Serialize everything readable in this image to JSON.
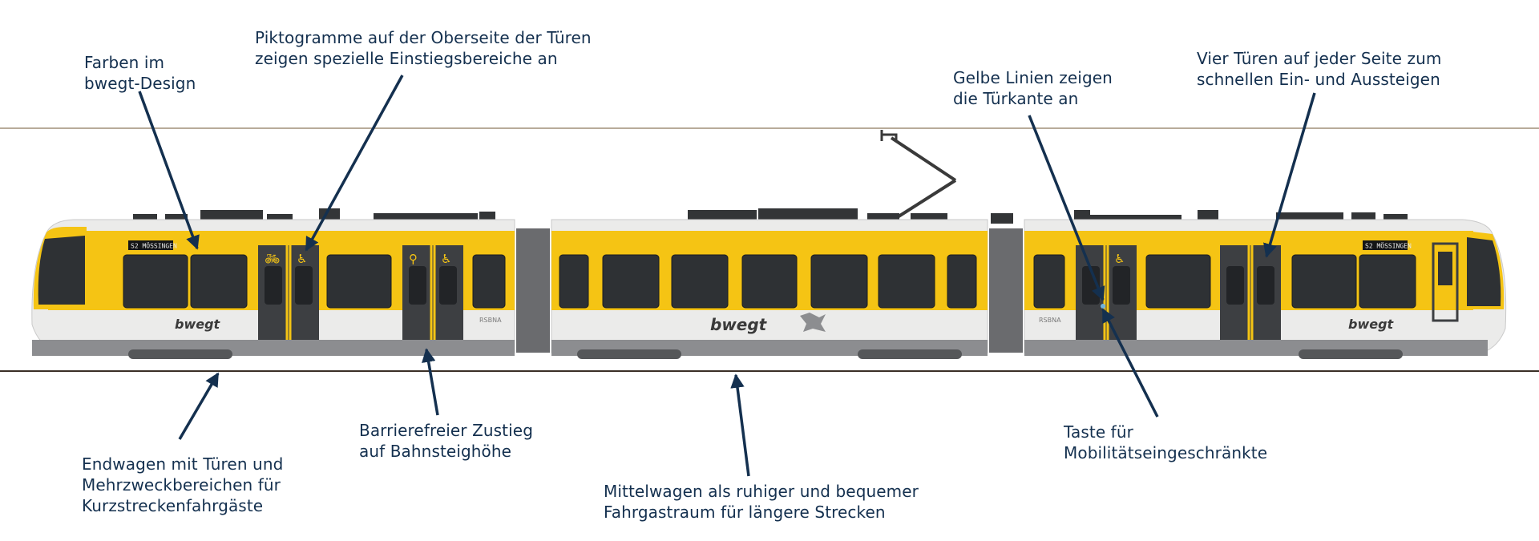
{
  "annotations": {
    "farben": "Farben im\nbwegt-Design",
    "piktogramme": "Piktogramme auf der Oberseite der Türen\nzeigen spezielle Einstiegsbereiche an",
    "gelbe_linien": "Gelbe Linien zeigen\ndie Türkante an",
    "vier_tueren": "Vier Türen auf jeder Seite zum\nschnellen Ein- und Aussteigen",
    "endwagen": "Endwagen mit Türen und\nMehrzweckbereichen für\nKurzstreckenfahrgäste",
    "barrierefrei": "Barrierefreier Zustieg\nauf Bahnsteighöhe",
    "mittelwagen": "Mittelwagen als ruhiger und bequemer\nFahrgastraum für längere Strecken",
    "taste": "Taste für\nMobilitätseingeschränkte"
  },
  "train": {
    "destination_sign": "S2 MÖSSINGEN",
    "brand": "bwegt",
    "car_code": "RSBNA"
  },
  "colors": {
    "annotation_text": "#14304f",
    "arrow": "#14304f",
    "train_yellow": "#f5c414",
    "train_white": "#ebebea",
    "train_grey": "#8c8d90",
    "window_dark": "#2e3134"
  },
  "icons": [
    "bicycle-icon",
    "wheelchair-icon",
    "stroller-icon",
    "wheelchair-icon",
    "wheelchair-icon"
  ]
}
